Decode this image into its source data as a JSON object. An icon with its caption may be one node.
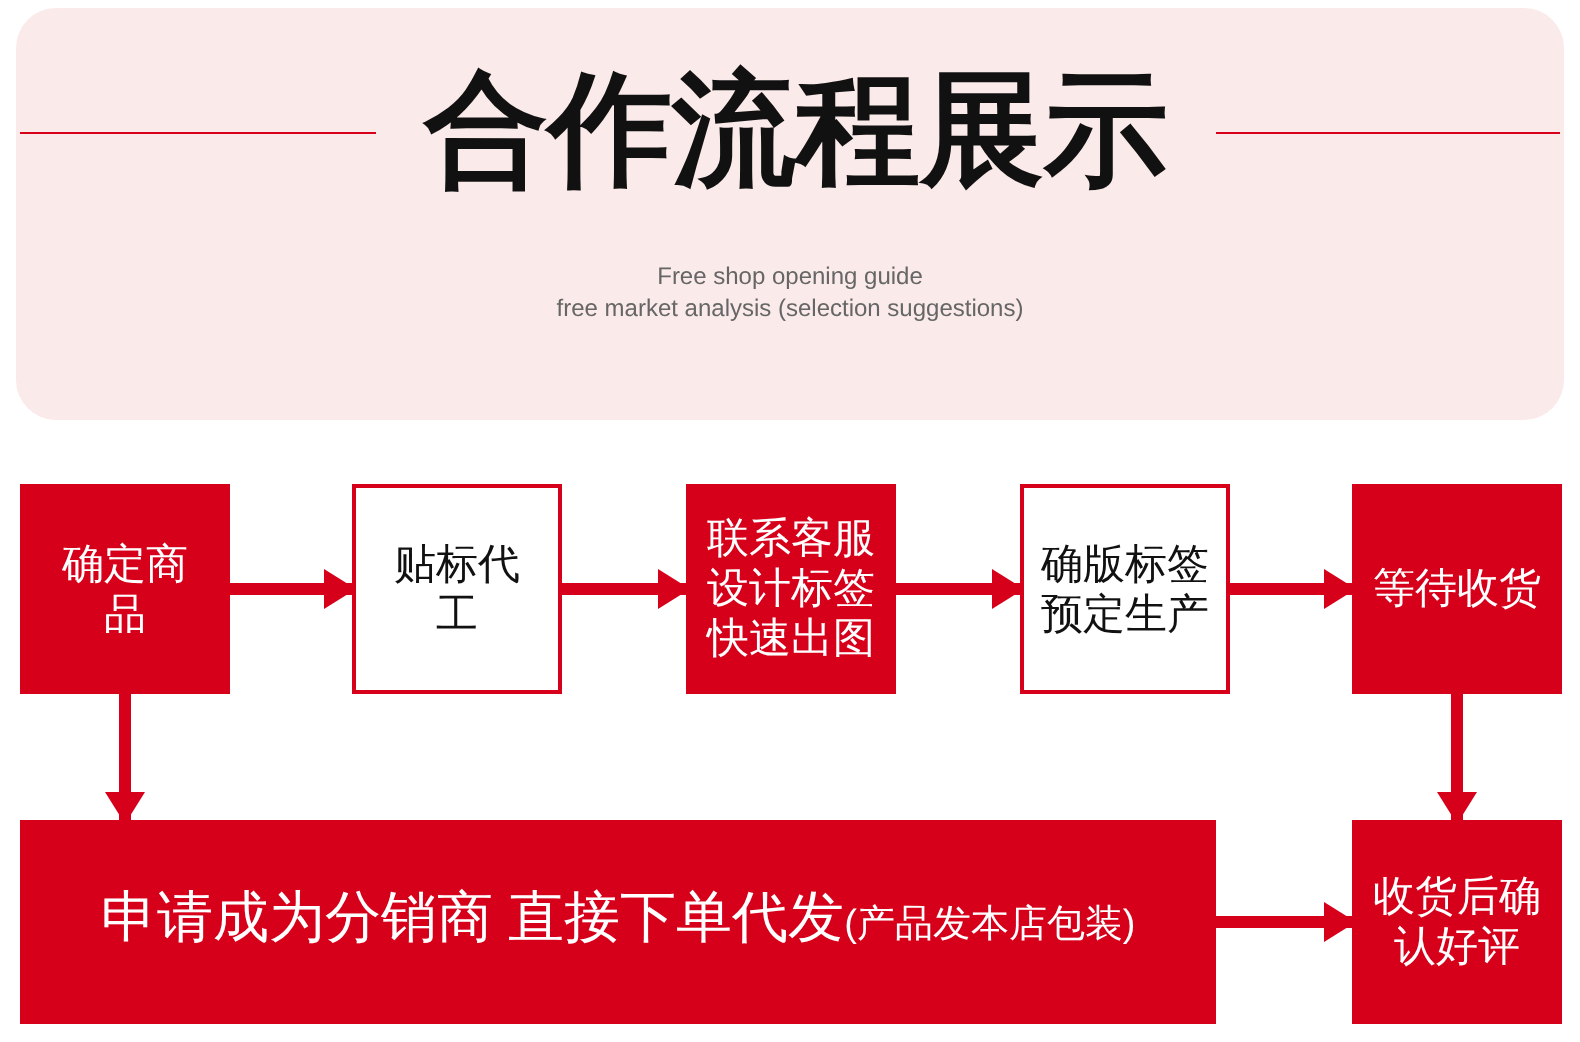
{
  "diagram": {
    "title": "合作流程展示",
    "nodes": [
      {
        "text": [
          "确定商品"
        ]
      },
      {
        "text": [
          "贴标代工"
        ]
      },
      {
        "text": [
          "联系客服设计标签快速出图"
        ]
      },
      {
        "text": [
          "确版标签预定生产"
        ]
      },
      {
        "text": [
          "等待收货"
        ]
      },
      {
        "text": [
          "申请成为分销商 直接下单代发",
          "(产品发本店包装)"
        ]
      },
      {
        "text": [
          "收货后确认好评"
        ]
      }
    ],
    "edges": [
      {
        "from": 0,
        "to": 1,
        "arrow": "to"
      },
      {
        "from": 1,
        "to": 2,
        "arrow": "to"
      },
      {
        "from": 2,
        "to": 3,
        "arrow": "to"
      },
      {
        "from": 3,
        "to": 4,
        "arrow": "to"
      },
      {
        "from": 0,
        "to": 5,
        "arrow": "to"
      },
      {
        "from": 4,
        "to": 6,
        "arrow": "to"
      },
      {
        "from": 5,
        "to": 6,
        "arrow": "to"
      }
    ],
    "labels": [
      "Free shop opening guide",
      "free market analysis (selection suggestions)"
    ]
  }
}
